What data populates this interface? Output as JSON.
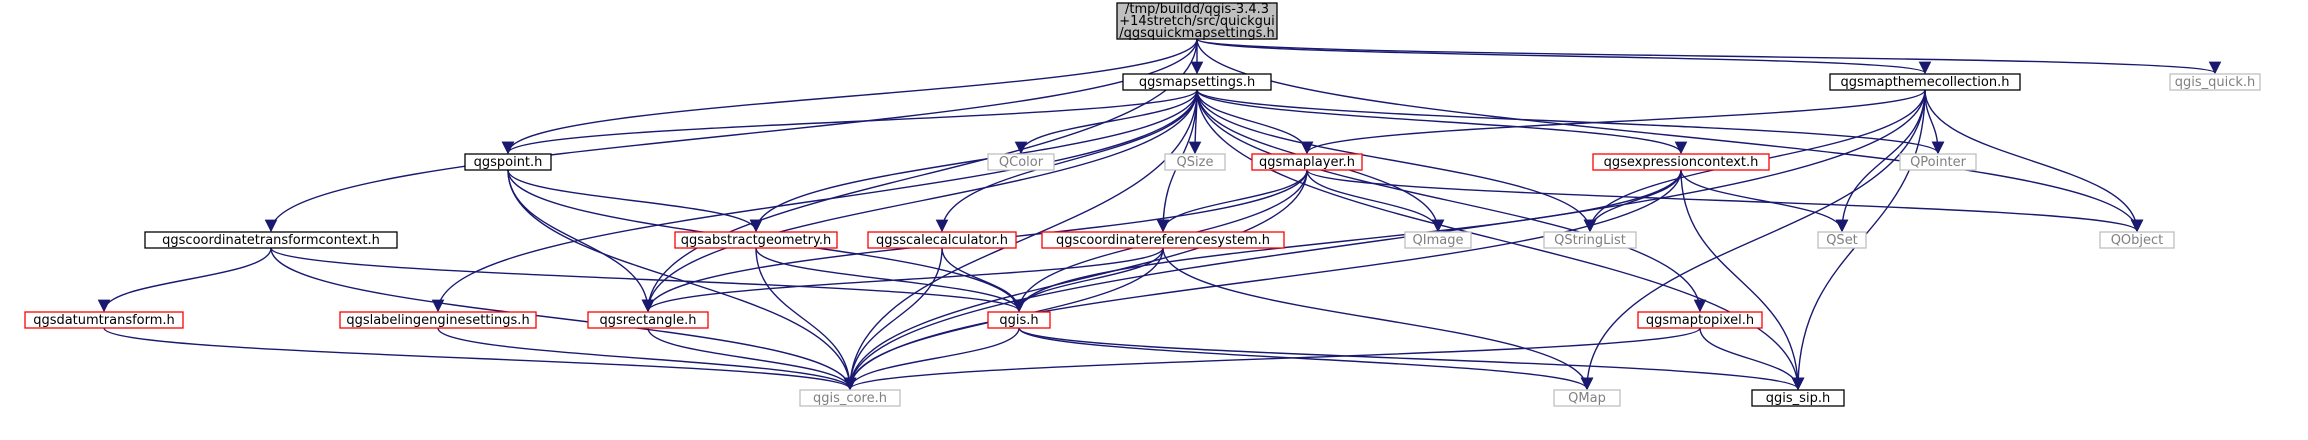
{
  "theme": {
    "edge_color": "#191970",
    "root_fill": "#bfbfbf",
    "border_black": "#000000",
    "border_red": "#ff0000",
    "border_gray": "#bfbfbf",
    "text_dark": "#000000",
    "text_gray": "#808080"
  },
  "nodes": {
    "root": {
      "lines": [
        "/tmp/buildd/qgis-3.4.3",
        "+14stretch/src/quickgui",
        "/qgsquickmapsettings.h"
      ],
      "style": "root"
    },
    "qgsmapsettings": {
      "lines": [
        "qgsmapsettings.h"
      ],
      "style": "black"
    },
    "qgsmapthemecollection": {
      "lines": [
        "qgsmapthemecollection.h"
      ],
      "style": "black"
    },
    "qgis_quick": {
      "lines": [
        "qgis_quick.h"
      ],
      "style": "gray"
    },
    "qgspoint": {
      "lines": [
        "qgspoint.h"
      ],
      "style": "black"
    },
    "qcolor": {
      "lines": [
        "QColor"
      ],
      "style": "gray"
    },
    "qsize": {
      "lines": [
        "QSize"
      ],
      "style": "gray"
    },
    "qgsmaplayer": {
      "lines": [
        "qgsmaplayer.h"
      ],
      "style": "red"
    },
    "qgsexpressioncontext": {
      "lines": [
        "qgsexpressioncontext.h"
      ],
      "style": "red"
    },
    "qpointer": {
      "lines": [
        "QPointer"
      ],
      "style": "gray"
    },
    "qgscoordinatetransformcontext": {
      "lines": [
        "qgscoordinatetransformcontext.h"
      ],
      "style": "black"
    },
    "qgsabstractgeometry": {
      "lines": [
        "qgsabstractgeometry.h"
      ],
      "style": "red"
    },
    "qgsscalecalculator": {
      "lines": [
        "qgsscalecalculator.h"
      ],
      "style": "red"
    },
    "qgscoordinatereferencesystem": {
      "lines": [
        "qgscoordinatereferencesystem.h"
      ],
      "style": "red"
    },
    "qimage": {
      "lines": [
        "QImage"
      ],
      "style": "gray"
    },
    "qstringlist": {
      "lines": [
        "QStringList"
      ],
      "style": "gray"
    },
    "qset": {
      "lines": [
        "QSet"
      ],
      "style": "gray"
    },
    "qobject": {
      "lines": [
        "QObject"
      ],
      "style": "gray"
    },
    "qgsdatumtransform": {
      "lines": [
        "qgsdatumtransform.h"
      ],
      "style": "red"
    },
    "qgslabelingenginesettings": {
      "lines": [
        "qgslabelingenginesettings.h"
      ],
      "style": "red"
    },
    "qgsrectangle": {
      "lines": [
        "qgsrectangle.h"
      ],
      "style": "red"
    },
    "qgis": {
      "lines": [
        "qgis.h"
      ],
      "style": "red"
    },
    "qgsmaptopixel": {
      "lines": [
        "qgsmaptopixel.h"
      ],
      "style": "red"
    },
    "qgis_core": {
      "lines": [
        "qgis_core.h"
      ],
      "style": "gray"
    },
    "qmap": {
      "lines": [
        "QMap"
      ],
      "style": "gray"
    },
    "qgis_sip": {
      "lines": [
        "qgis_sip.h"
      ],
      "style": "black"
    }
  },
  "edges": [
    [
      "root",
      "qgsmapsettings"
    ],
    [
      "root",
      "qgsmapthemecollection"
    ],
    [
      "root",
      "qgis_quick"
    ],
    [
      "root",
      "qgspoint"
    ],
    [
      "root",
      "qgscoordinatetransformcontext"
    ],
    [
      "root",
      "qgsrectangle"
    ],
    [
      "root",
      "qobject"
    ],
    [
      "qgsmapsettings",
      "qgspoint"
    ],
    [
      "qgsmapsettings",
      "qcolor"
    ],
    [
      "qgsmapsettings",
      "qsize"
    ],
    [
      "qgsmapsettings",
      "qgsmaplayer"
    ],
    [
      "qgsmapsettings",
      "qgsexpressioncontext"
    ],
    [
      "qgsmapsettings",
      "qpointer"
    ],
    [
      "qgsmapsettings",
      "qgsabstractgeometry"
    ],
    [
      "qgsmapsettings",
      "qgsscalecalculator"
    ],
    [
      "qgsmapsettings",
      "qgscoordinatereferencesystem"
    ],
    [
      "qgsmapsettings",
      "qimage"
    ],
    [
      "qgsmapsettings",
      "qstringlist"
    ],
    [
      "qgsmapsettings",
      "qgslabelingenginesettings"
    ],
    [
      "qgsmapsettings",
      "qgsrectangle"
    ],
    [
      "qgsmapsettings",
      "qgsmaptopixel"
    ],
    [
      "qgsmapsettings",
      "qgis_core"
    ],
    [
      "qgsmapsettings",
      "qgis_sip"
    ],
    [
      "qgsmapthemecollection",
      "qgsmaplayer"
    ],
    [
      "qgsmapthemecollection",
      "qpointer"
    ],
    [
      "qgsmapthemecollection",
      "qstringlist"
    ],
    [
      "qgsmapthemecollection",
      "qset"
    ],
    [
      "qgsmapthemecollection",
      "qobject"
    ],
    [
      "qgsmapthemecollection",
      "qgis_core"
    ],
    [
      "qgsmapthemecollection",
      "qmap"
    ],
    [
      "qgsmapthemecollection",
      "qgis_sip"
    ],
    [
      "qgspoint",
      "qgsabstractgeometry"
    ],
    [
      "qgspoint",
      "qgsrectangle"
    ],
    [
      "qgspoint",
      "qgis"
    ],
    [
      "qgspoint",
      "qgis_core"
    ],
    [
      "qgsmaplayer",
      "qgscoordinatereferencesystem"
    ],
    [
      "qgsmaplayer",
      "qimage"
    ],
    [
      "qgsmaplayer",
      "qobject"
    ],
    [
      "qgsmaplayer",
      "qgsrectangle"
    ],
    [
      "qgsmaplayer",
      "qgis"
    ],
    [
      "qgsmaplayer",
      "qgis_core"
    ],
    [
      "qgsexpressioncontext",
      "qstringlist"
    ],
    [
      "qgsexpressioncontext",
      "qset"
    ],
    [
      "qgsexpressioncontext",
      "qgis"
    ],
    [
      "qgsexpressioncontext",
      "qgis_core"
    ],
    [
      "qgsexpressioncontext",
      "qgis_sip"
    ],
    [
      "qgscoordinatetransformcontext",
      "qgsdatumtransform"
    ],
    [
      "qgscoordinatetransformcontext",
      "qgis"
    ],
    [
      "qgscoordinatetransformcontext",
      "qgis_core"
    ],
    [
      "qgsabstractgeometry",
      "qgis"
    ],
    [
      "qgsabstractgeometry",
      "qgis_core"
    ],
    [
      "qgsscalecalculator",
      "qgis"
    ],
    [
      "qgsscalecalculator",
      "qgis_core"
    ],
    [
      "qgscoordinatereferencesystem",
      "qgsrectangle"
    ],
    [
      "qgscoordinatereferencesystem",
      "qgis"
    ],
    [
      "qgscoordinatereferencesystem",
      "qgis_core"
    ],
    [
      "qgscoordinatereferencesystem",
      "qmap"
    ],
    [
      "qgsdatumtransform",
      "qgis_core"
    ],
    [
      "qgslabelingenginesettings",
      "qgis_core"
    ],
    [
      "qgsrectangle",
      "qgis_core"
    ],
    [
      "qgis",
      "qgis_core"
    ],
    [
      "qgis",
      "qmap"
    ],
    [
      "qgis",
      "qgis_sip"
    ],
    [
      "qgsmaptopixel",
      "qgis_core"
    ],
    [
      "qgsmaptopixel",
      "qgis_sip"
    ]
  ]
}
